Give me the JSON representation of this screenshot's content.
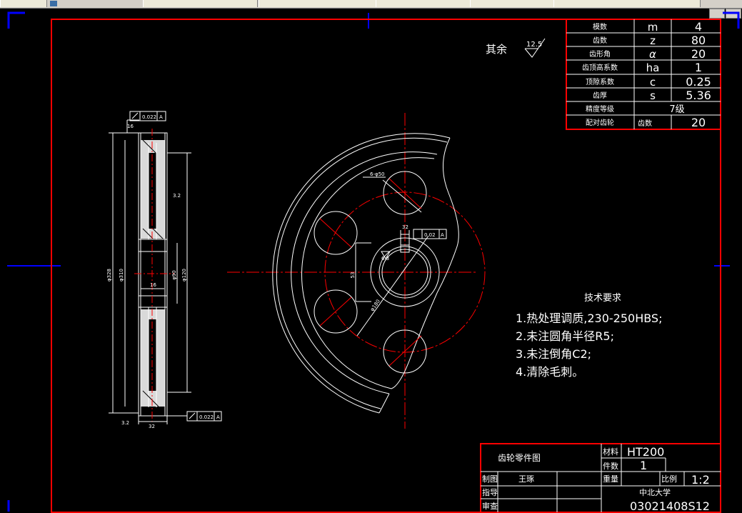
{
  "window": {
    "tabs": [
      "",
      "",
      "",
      "",
      "",
      ""
    ]
  },
  "surface_finish": {
    "label": "其余",
    "value": "12.5"
  },
  "params_table": {
    "rows": [
      {
        "name": "模数",
        "symbol": "m",
        "value": "4"
      },
      {
        "name": "齿数",
        "symbol": "z",
        "value": "80"
      },
      {
        "name": "齿形角",
        "symbol": "α",
        "value": "20"
      },
      {
        "name": "齿顶高系数",
        "symbol": "ha",
        "value": "1"
      },
      {
        "name": "顶隙系数",
        "symbol": "c",
        "value": "0.25"
      },
      {
        "name": "齿厚",
        "symbol": "s",
        "value": "5.36"
      },
      {
        "name": "精度等级",
        "symbol": "",
        "value": "7级"
      },
      {
        "name": "配对齿轮",
        "symbol": "齿数",
        "value": "20"
      }
    ]
  },
  "tech_requirements": {
    "title": "技术要求",
    "items": [
      "1.热处理调质,230-250HBS;",
      "2.未注圆角半径R5;",
      "3.未注倒角C2;",
      "4.清除毛刺。"
    ]
  },
  "title_block": {
    "part_name": "齿轮零件图",
    "material_label": "材料",
    "material": "HT200",
    "qty_label": "件数",
    "qty": "1",
    "drawn_label": "制图",
    "drawn_by": "王琢",
    "weight_label": "重量",
    "scale_label": "比例",
    "scale": "1:2",
    "guide_label": "指导",
    "review_label": "审查",
    "school": "中北大学",
    "code": "03021408S12"
  },
  "dims": {
    "tol_top": "0.022",
    "tol_ref": "A",
    "tol_bottom": "0.022",
    "width_top": "16",
    "width_mid": "16",
    "width_bottom": "32",
    "dia_outer": "φ328",
    "dia_root": "φ310",
    "dia_hub_in": "φ90",
    "dia_hub_out": "φ120",
    "dia_bore_note": "6-φ50",
    "key_width": "32",
    "hole_pcd": "φ180",
    "bore_depth": "53",
    "tol_front": "0.02",
    "ra_side": "3.2",
    "ra_bore": "6.3",
    "ra_bottom": "3.2"
  }
}
